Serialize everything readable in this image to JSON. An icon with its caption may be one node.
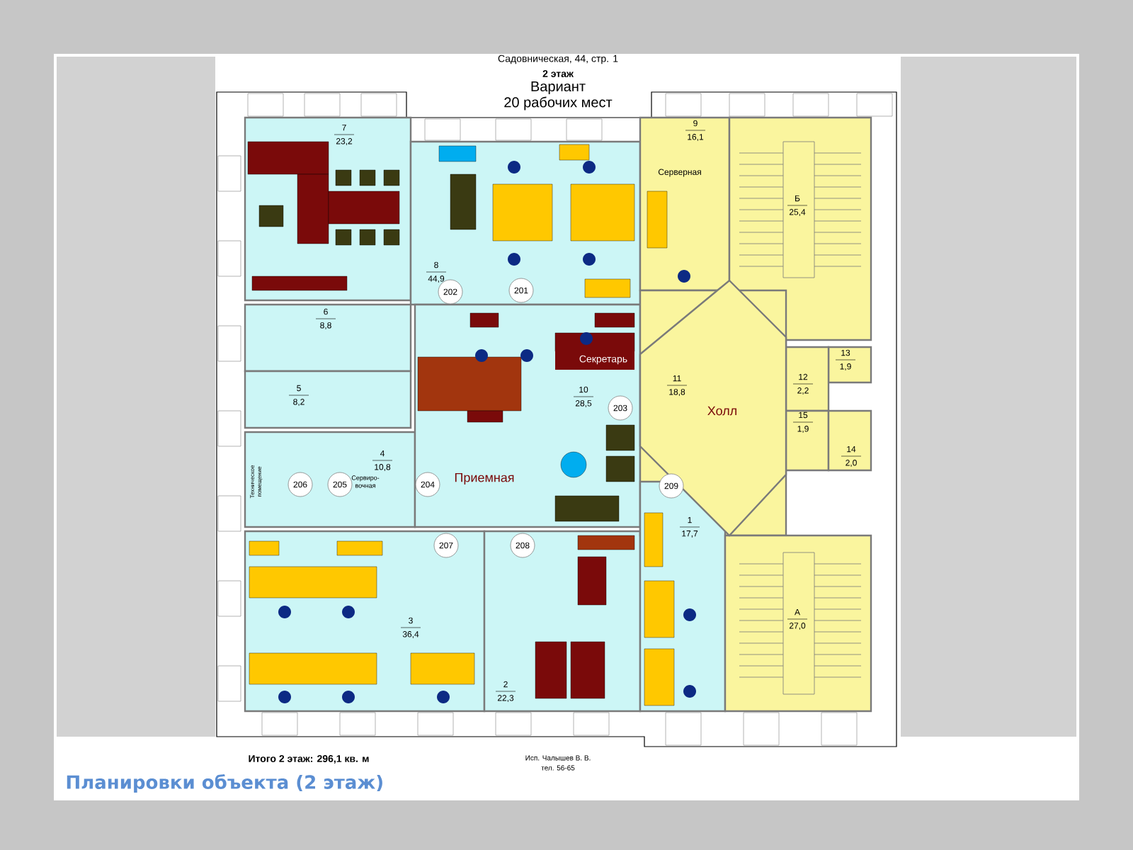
{
  "diagram": {
    "title": "Планировки объекта (2 этаж)",
    "nodes": [
      {
        "text": [
          "7",
          "23,2"
        ]
      },
      {
        "text": [
          "8",
          "44,9"
        ]
      },
      {
        "text": [
          "6",
          "8,8"
        ]
      },
      {
        "text": [
          "5",
          "8,2"
        ]
      },
      {
        "text": [
          "4",
          "10,8"
        ]
      },
      {
        "text": [
          "10",
          "28,5",
          "Приемная"
        ]
      },
      {
        "text": [
          "3",
          "36,4"
        ]
      },
      {
        "text": [
          "2",
          "22,3"
        ]
      },
      {
        "text": [
          "9",
          "16,1",
          "Серверная"
        ]
      },
      {
        "text": [
          "Б",
          "25,4"
        ]
      },
      {
        "text": [
          "11",
          "18,8",
          "Холл"
        ]
      },
      {
        "text": [
          "13",
          "1,9"
        ]
      },
      {
        "text": [
          "12",
          "2,2"
        ]
      },
      {
        "text": [
          "15",
          "1,9"
        ]
      },
      {
        "text": [
          "14",
          "2,0"
        ]
      },
      {
        "text": [
          "1",
          "17,7"
        ]
      },
      {
        "text": [
          "А",
          "27,0"
        ]
      },
      {
        "text": [
          "202"
        ],
        "in": 1
      },
      {
        "text": [
          "201"
        ],
        "in": 1
      },
      {
        "text": [
          "203"
        ],
        "in": 5
      },
      {
        "text": [
          "206"
        ],
        "in": 4
      },
      {
        "text": [
          "205"
        ],
        "in": 4
      },
      {
        "text": [
          "204"
        ],
        "in": 5
      },
      {
        "text": [
          "207"
        ],
        "in": 6
      },
      {
        "text": [
          "208"
        ],
        "in": 7
      },
      {
        "text": [
          "209"
        ],
        "in": 10
      }
    ],
    "labels": [
      "Садовническая, 44, стр. 1",
      "2 этаж",
      "Вариант",
      "20 рабочих мест",
      "Секретарь",
      "Техническое помещение",
      "Сервиро-вочная",
      "Итого 2 этаж: 296,1 кв. м",
      "Исп. Чалышев В. В.",
      "тел. 56-65"
    ]
  }
}
